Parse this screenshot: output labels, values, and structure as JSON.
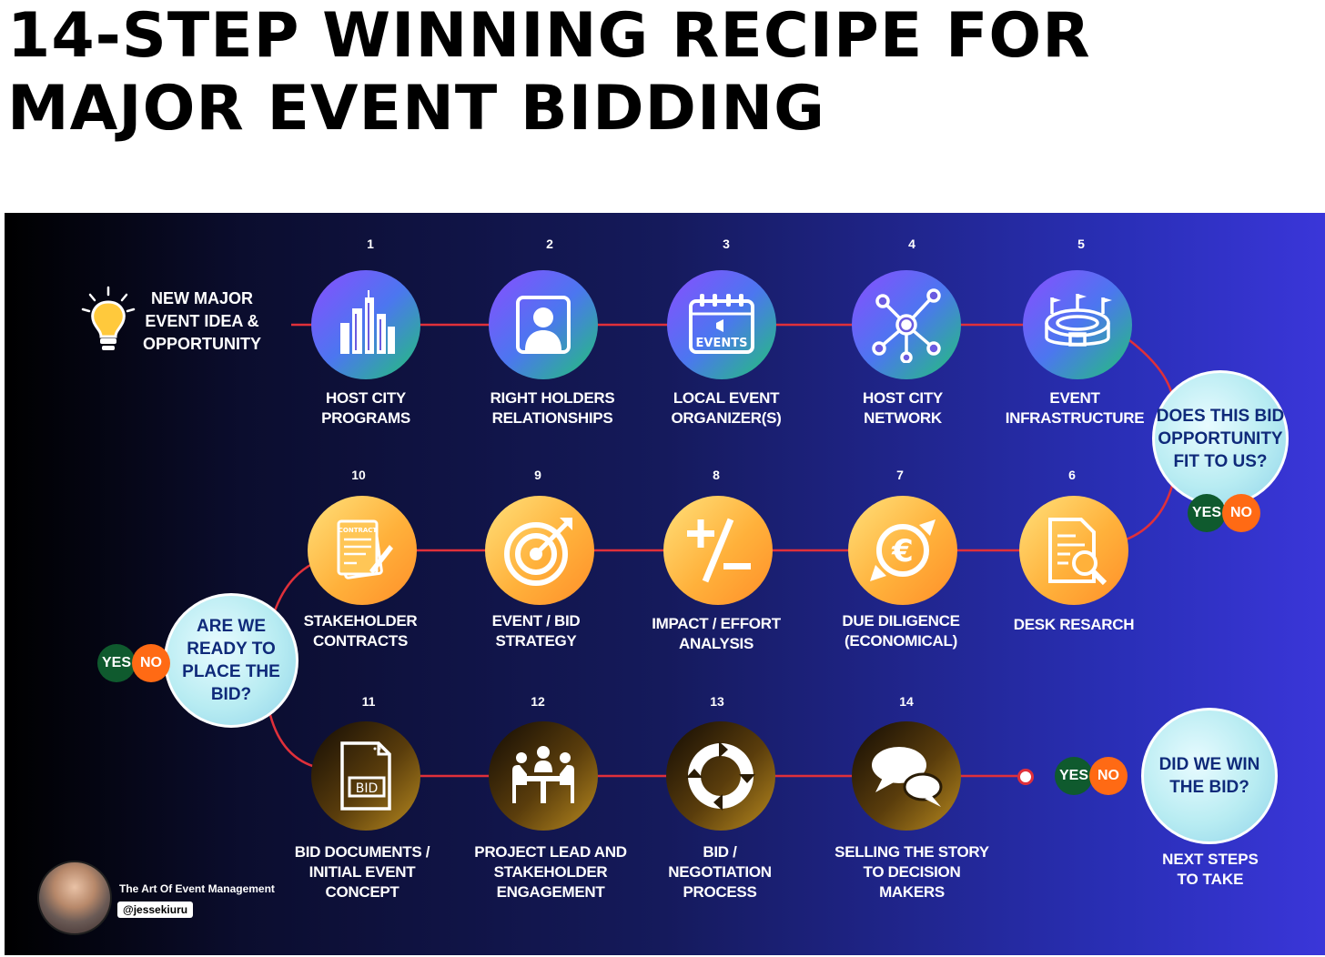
{
  "title": {
    "line1": "14-STEP WINNING RECIPE FOR",
    "line2": "MAJOR EVENT BIDDING"
  },
  "start": {
    "lines": [
      "NEW MAJOR",
      "EVENT IDEA &",
      "OPPORTUNITY"
    ],
    "icon": "lightbulb-icon"
  },
  "steps": [
    {
      "number": "1",
      "lines": [
        "HOST CITY",
        "PROGRAMS"
      ],
      "icon": "city-skyline-icon"
    },
    {
      "number": "2",
      "lines": [
        "RIGHT HOLDERS",
        "RELATIONSHIPS"
      ],
      "icon": "person-icon"
    },
    {
      "number": "3",
      "lines": [
        "LOCAL EVENT",
        "ORGANIZER(S)"
      ],
      "icon": "events-calendar-icon",
      "icon_text": "EVENTS"
    },
    {
      "number": "4",
      "lines": [
        "HOST CITY",
        "NETWORK"
      ],
      "icon": "network-hub-icon"
    },
    {
      "number": "5",
      "lines": [
        "EVENT",
        "INFRASTRUCTURE"
      ],
      "icon": "stadium-icon"
    },
    {
      "number": "6",
      "lines": [
        "DESK RESARCH"
      ],
      "icon": "document-search-icon"
    },
    {
      "number": "7",
      "lines": [
        "DUE DILIGENCE",
        "(ECONOMICAL)"
      ],
      "icon": "euro-exchange-icon"
    },
    {
      "number": "8",
      "lines": [
        "IMPACT / EFFORT",
        "ANALYSIS"
      ],
      "icon": "plus-minus-icon"
    },
    {
      "number": "9",
      "lines": [
        "EVENT / BID",
        "STRATEGY"
      ],
      "icon": "target-arrow-icon"
    },
    {
      "number": "10",
      "lines": [
        "STAKEHOLDER",
        "CONTRACTS"
      ],
      "icon": "contract-pen-icon",
      "icon_text": "CONTRACT"
    },
    {
      "number": "11",
      "lines": [
        "BID DOCUMENTS /",
        "INITIAL EVENT",
        "CONCEPT"
      ],
      "icon": "bid-document-icon",
      "icon_text": "BID"
    },
    {
      "number": "12",
      "lines": [
        "PROJECT LEAD AND",
        "STAKEHOLDER",
        "ENGAGEMENT"
      ],
      "icon": "meeting-table-icon"
    },
    {
      "number": "13",
      "lines": [
        "BID /",
        "NEGOTIATION",
        "PROCESS"
      ],
      "icon": "cycle-arrows-icon"
    },
    {
      "number": "14",
      "lines": [
        "SELLING THE STORY",
        "TO DECISION",
        "MAKERS"
      ],
      "icon": "speech-bubbles-icon"
    }
  ],
  "decisions": [
    {
      "lines": [
        "DOES THIS BID",
        "OPPORTUNITY",
        "FIT TO US?"
      ],
      "yes": "YES",
      "no": "NO"
    },
    {
      "lines": [
        "ARE WE",
        "READY TO",
        "PLACE THE",
        "BID?"
      ],
      "yes": "YES",
      "no": "NO"
    },
    {
      "lines": [
        "DID WE WIN",
        "THE BID?"
      ],
      "yes": "YES",
      "no": "NO"
    }
  ],
  "next_steps": {
    "lines": [
      "NEXT STEPS",
      "TO TAKE"
    ]
  },
  "footer": {
    "brand": "The Art Of Event Management",
    "handle": "@jessekiuru"
  },
  "colors": {
    "connector": "#e0303a",
    "panel_dark": "#000000",
    "panel_light": "#3a36d9",
    "yes": "#0f5a2e",
    "no": "#ff6a14",
    "decision_text": "#0f2a7a"
  }
}
